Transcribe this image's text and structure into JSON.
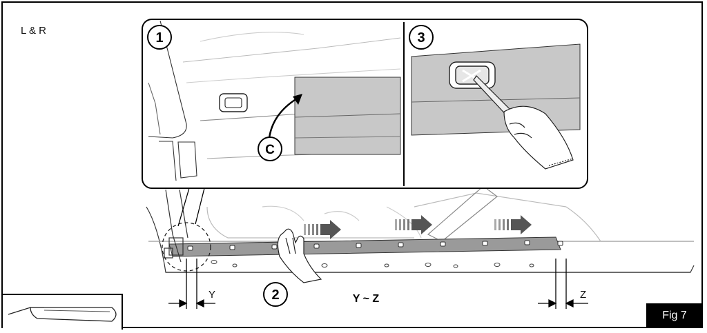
{
  "header": {
    "side_label": "L & R"
  },
  "callouts": {
    "step1": "1",
    "step2": "2",
    "step3": "3",
    "part_c": "C"
  },
  "dimensions": {
    "y": "Y",
    "z": "Z",
    "range": "Y ~ Z"
  },
  "footer": {
    "figure_label": "Fig 7"
  },
  "icons": [
    "razor-knife-icon",
    "hand-icon",
    "direction-arrow-icon"
  ],
  "colors": {
    "line": "#222222",
    "panel_fill": "#c8c8c8",
    "sill_fill": "#9a9a9a",
    "arrow": "#555555"
  }
}
